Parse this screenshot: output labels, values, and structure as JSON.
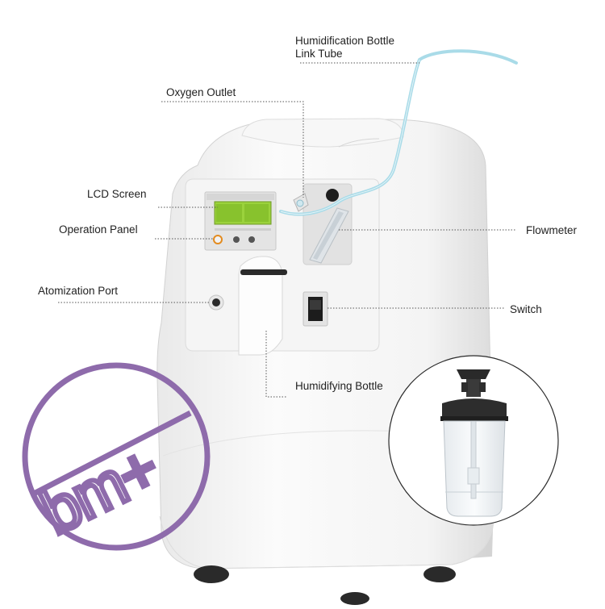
{
  "labels": {
    "link_tube_line1": "Humidification Bottle",
    "link_tube_line2": "Link Tube",
    "oxygen_outlet": "Oxygen Outlet",
    "lcd_screen": "LCD Screen",
    "operation_panel": "Operation Panel",
    "atomization_port": "Atomization Port",
    "flowmeter": "Flowmeter",
    "switch": "Switch",
    "humidifying_bottle": "Humidifying Bottle"
  },
  "logo": {
    "text": "bm+"
  },
  "colors": {
    "body": "#f3f3f3",
    "tube": "#a9dbe8",
    "lcd": "#9bd23c",
    "logo": "#8e6bab",
    "leader": "#555555"
  }
}
